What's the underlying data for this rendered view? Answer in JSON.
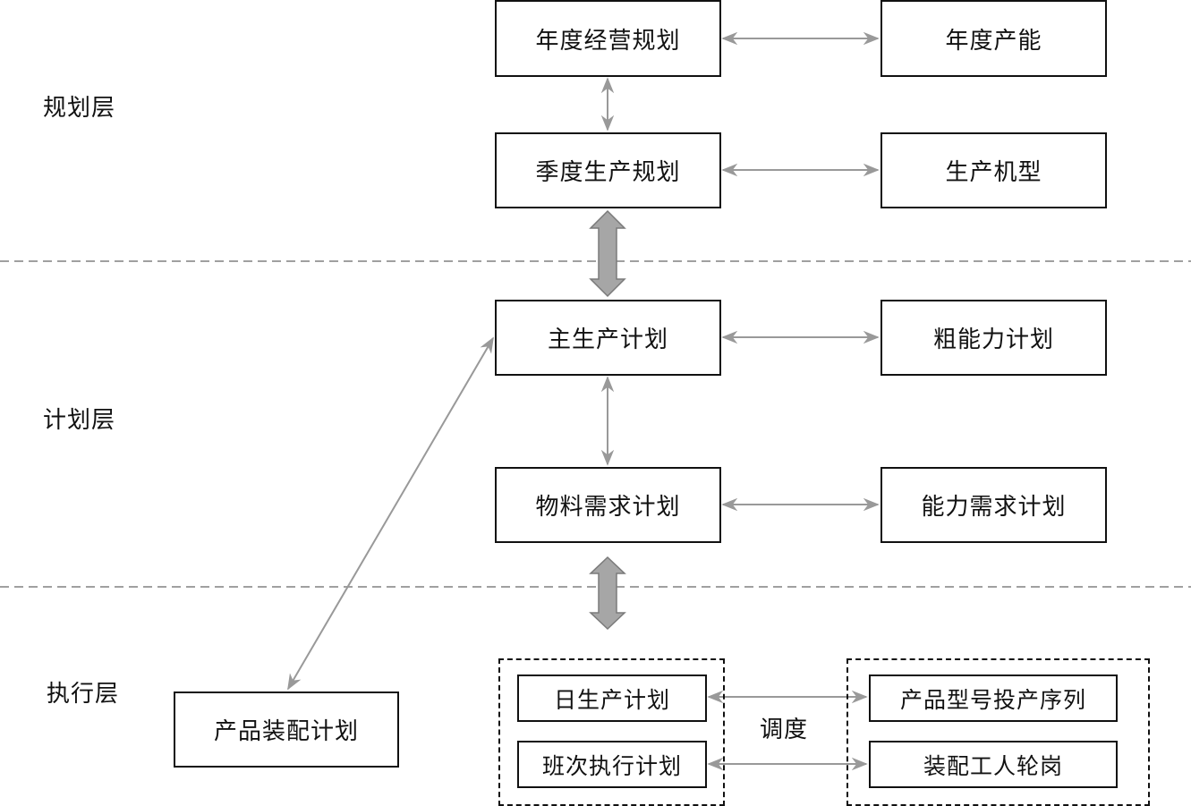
{
  "layers": {
    "planning": "规划层",
    "scheduling": "计划层",
    "execution": "执行层"
  },
  "nodes": {
    "annual_business_plan": "年度经营规划",
    "annual_capacity": "年度产能",
    "quarterly_production_plan": "季度生产规划",
    "production_model": "生产机型",
    "master_production_schedule": "主生产计划",
    "rough_cut_capacity_plan": "粗能力计划",
    "material_requirements_plan": "物料需求计划",
    "capacity_requirements_plan": "能力需求计划",
    "product_assembly_plan": "产品装配计划",
    "daily_production_plan": "日生产计划",
    "shift_execution_plan": "班次执行计划",
    "model_launch_sequence": "产品型号投产序列",
    "assembly_worker_rotation": "装配工人轮岗"
  },
  "edge_labels": {
    "dispatch": "调度"
  },
  "colors": {
    "line": "#999999",
    "block_arrow_fill": "#a6a6a6",
    "block_arrow_stroke": "#7a7a7a",
    "separator": "#a0a0a0",
    "box_border": "#111111"
  }
}
